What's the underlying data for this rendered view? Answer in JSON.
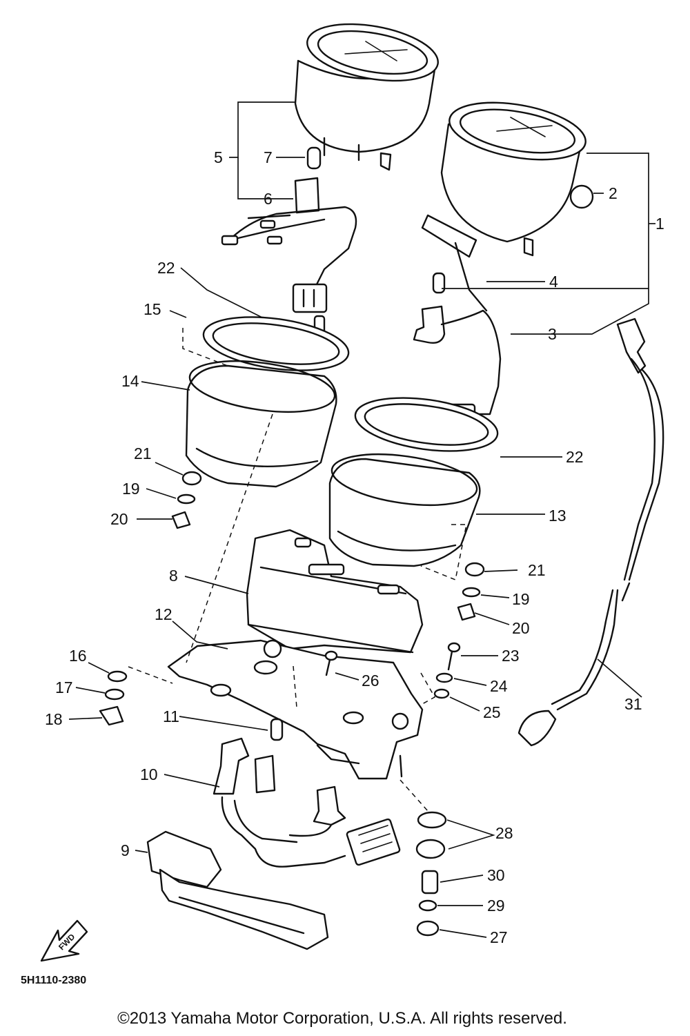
{
  "diagram_code": "5H1110-2380",
  "copyright": "©2013 Yamaha Motor Corporation, U.S.A. All rights reserved.",
  "fwd_label": "FWD",
  "callouts": {
    "c1": "1",
    "c2": "2",
    "c3": "3",
    "c4": "4",
    "c5": "5",
    "c6": "6",
    "c7": "7",
    "c8": "8",
    "c9": "9",
    "c10": "10",
    "c11": "11",
    "c12": "12",
    "c13": "13",
    "c14": "14",
    "c15": "15",
    "c16": "16",
    "c17": "17",
    "c18": "18",
    "c19a": "19",
    "c19b": "19",
    "c20a": "20",
    "c20b": "20",
    "c21a": "21",
    "c21b": "21",
    "c22a": "22",
    "c22b": "22",
    "c23": "23",
    "c24": "24",
    "c25": "25",
    "c26": "26",
    "c27": "27",
    "c28": "28",
    "c29": "29",
    "c30": "30",
    "c31": "31"
  }
}
